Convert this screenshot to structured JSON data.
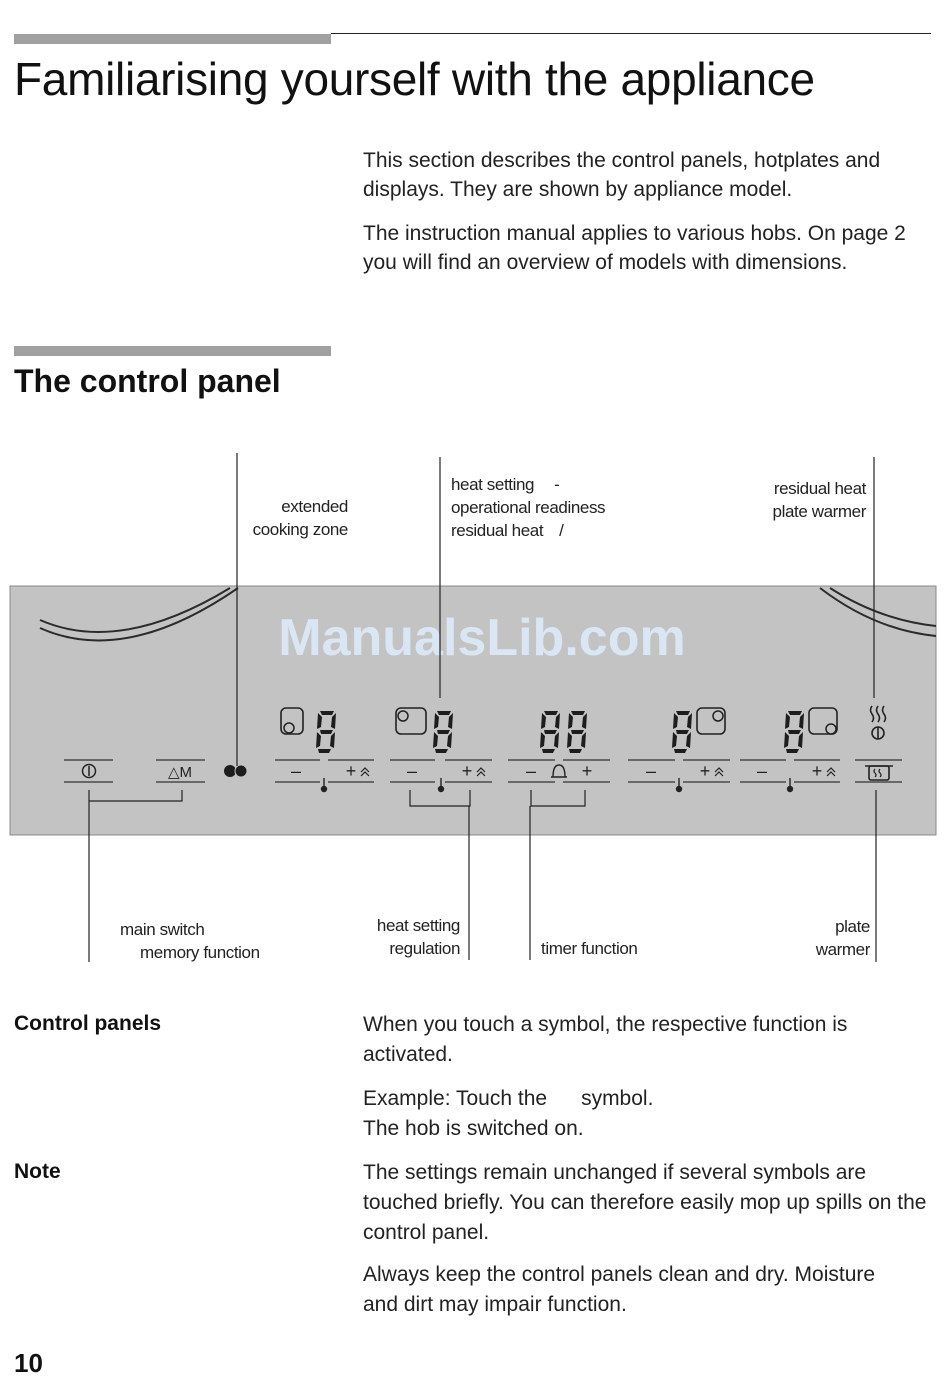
{
  "page": {
    "title": "Familiarising yourself with the appliance",
    "intro_1": "This section describes the control panels, hotplates and displays. They are shown by appliance model.",
    "intro_2": "The instruction manual applies to various hobs. On page 2 you will find an overview of models with dimensions.",
    "section_title": "The control panel",
    "page_number": "10"
  },
  "diagram": {
    "watermark": "ManualsLib.com",
    "labels_top": {
      "extended_1": "extended",
      "extended_2": "cooking zone",
      "heat_1": "heat setting",
      "heat_1_sym": "-",
      "heat_2": "operational readiness",
      "heat_3": "residual heat",
      "heat_3_sym": "/",
      "residual_1": "residual heat",
      "residual_2": "plate warmer"
    },
    "labels_bottom": {
      "main_switch": "main switch",
      "memory": "memory function",
      "heat_reg_1": "heat setting",
      "heat_reg_2": "regulation",
      "timer": "timer function",
      "plate_1": "plate",
      "plate_2": "warmer"
    },
    "panel_symbols": {
      "memory_key": "△M",
      "minus": "–",
      "plus": "+",
      "display_digit": "8",
      "timer_digits": "88"
    }
  },
  "content": {
    "control_panels_head": "Control panels",
    "control_panels_p1": "When you touch a symbol, the respective function is activated.",
    "control_panels_p2a": "Example: Touch the",
    "control_panels_p2b": "symbol.",
    "control_panels_p2c": "The hob is switched on.",
    "note_head": "Note",
    "note_p1": "The settings remain unchanged if several symbols are touched briefly. You can therefore easily mop up spills on the control panel.",
    "note_p2": "Always keep the control panels clean and dry. Moisture and dirt may impair function."
  }
}
